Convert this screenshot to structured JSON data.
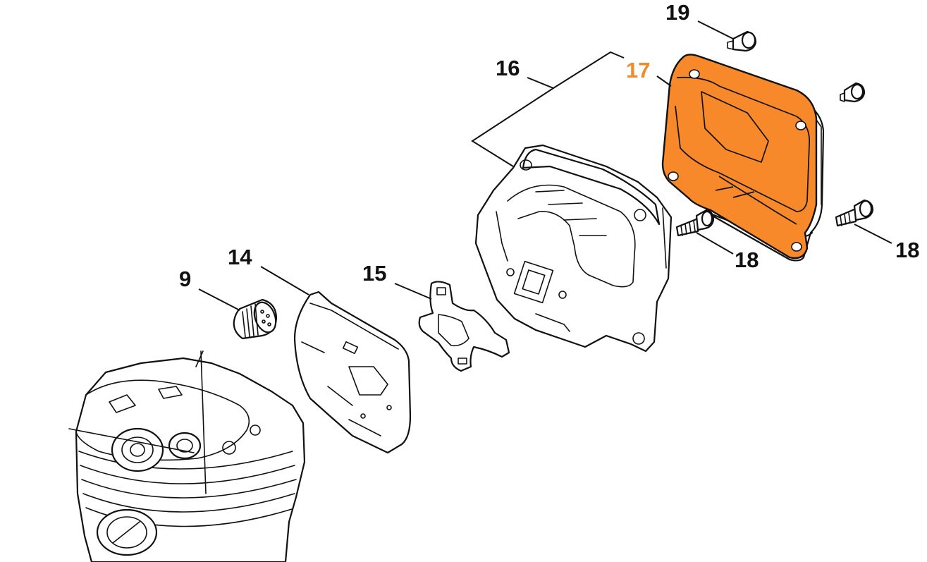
{
  "diagram": {
    "callouts": [
      {
        "id": "9",
        "text": "9"
      },
      {
        "id": "14",
        "text": "14"
      },
      {
        "id": "15",
        "text": "15"
      },
      {
        "id": "16",
        "text": "16"
      },
      {
        "id": "17",
        "text": "17",
        "highlighted": true
      },
      {
        "id": "18a",
        "text": "18"
      },
      {
        "id": "18b",
        "text": "18"
      },
      {
        "id": "19",
        "text": "19"
      }
    ],
    "highlight_color": "#f7892a",
    "label_highlight_color": "#f08a2e"
  }
}
